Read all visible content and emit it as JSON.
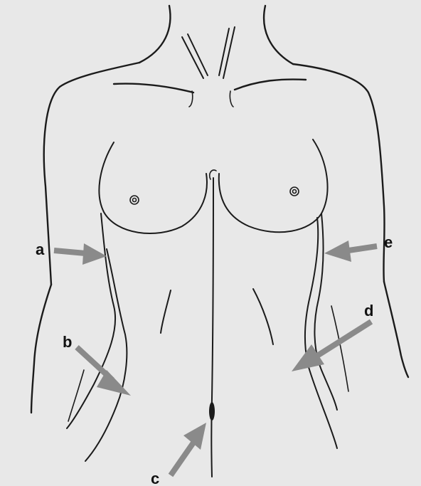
{
  "figure": {
    "background": "#e8e8e8",
    "line_color": "#1b1b1b",
    "arrow_color": "#8a8a8a",
    "labels": {
      "a": "a",
      "b": "b",
      "c": "c",
      "d": "d",
      "e": "e"
    }
  }
}
